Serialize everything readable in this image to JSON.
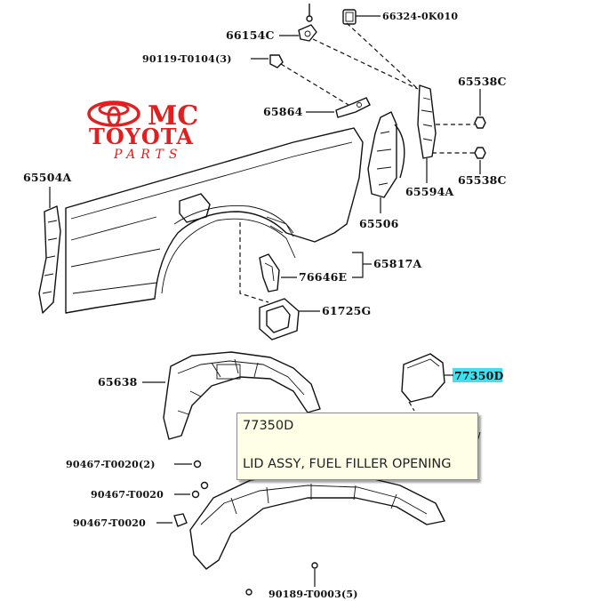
{
  "logo": {
    "brand_top": "MC",
    "brand_name": "TOYOTA",
    "brand_sub": "PARTS",
    "color": "#e02020"
  },
  "parts": {
    "p66154c": "66154C",
    "p66324": "66324-0K010",
    "p90119": "90119-T0104(3)",
    "p65538c_top": "65538C",
    "p65864": "65864",
    "p65594a": "65594A",
    "p65538c_bottom": "65538C",
    "p65504a": "65504A",
    "p65506": "65506",
    "p65817a": "65817A",
    "p76646e": "76646E",
    "p61725g": "61725G",
    "p65638": "65638",
    "p77350d": "77350D",
    "p90467_t0020_2": "90467-T0020(2)",
    "p90467_t0020_a": "90467-T0020",
    "p90467_t0020_b": "90467-T0020",
    "p90189": "90189-T0003(5)"
  },
  "highlight": {
    "part": "77350D",
    "color": "#3fe0f0"
  },
  "tooltip": {
    "code": "77350D",
    "description": "LID ASSY, FUEL FILLER OPENING"
  }
}
